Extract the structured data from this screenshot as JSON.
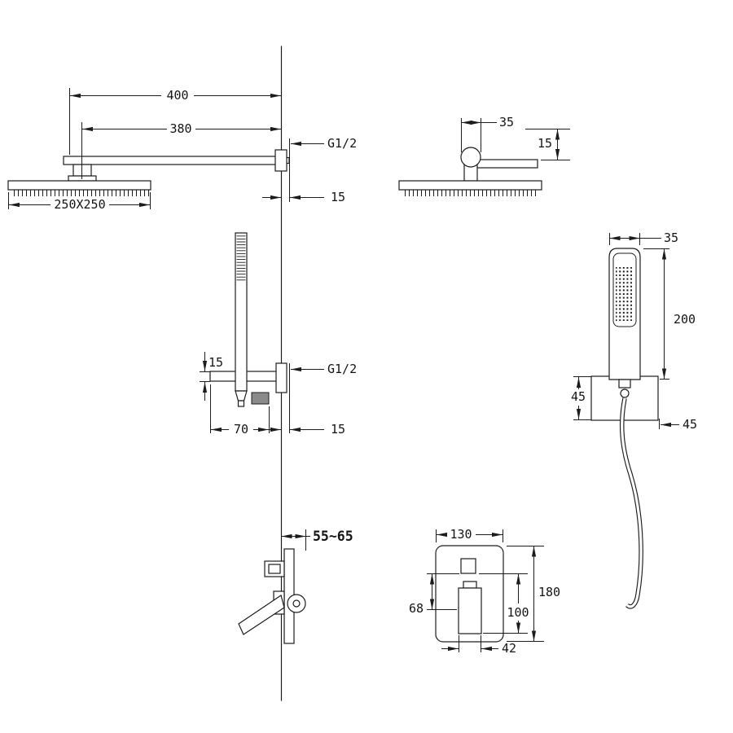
{
  "drawing": {
    "background": "#ffffff",
    "ink": "#1c1c1c",
    "views": {
      "rain_shower_side": {
        "dims": {
          "arm_length_overall": "400",
          "arm_length": "380",
          "thread": "G1/2",
          "wall_offset": "15",
          "head_size": "250X250"
        }
      },
      "rain_shower_front": {
        "dims": {
          "connector_width": "35",
          "drop": "15"
        }
      },
      "hand_shower_side": {
        "dims": {
          "holder_height": "15",
          "thread": "G1/2",
          "holder_reach": "70",
          "wall_offset": "15"
        }
      },
      "hand_shower_front": {
        "dims": {
          "wand_width": "35",
          "wand_length": "200",
          "holder_plate_height": "45",
          "holder_plate_width": "45"
        }
      },
      "mixer_side": {
        "dims": {
          "embed_depth": "55~65"
        }
      },
      "mixer_front": {
        "dims": {
          "plate_width": "130",
          "plate_height": "180",
          "knob_to_handle": "68",
          "handle_span": "100",
          "handle_width": "42"
        }
      }
    }
  }
}
